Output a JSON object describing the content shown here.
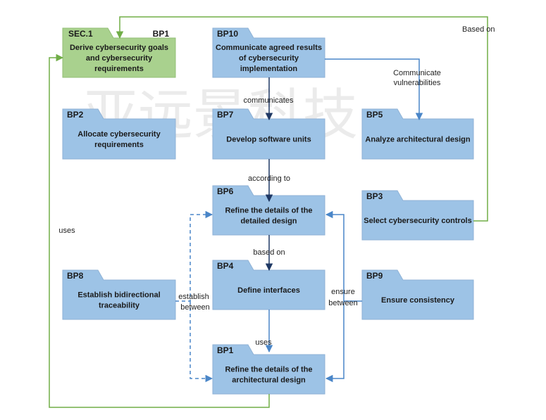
{
  "watermark": "亚远景科技",
  "colors": {
    "box_fill": "#9dc3e6",
    "box_stroke": "#8fb2d6",
    "box_fill_green": "#a9d18e",
    "box_stroke_green": "#93bf75",
    "arrow_dark": "#1f3864",
    "arrow_blue": "#4a86c8",
    "arrow_green": "#70ad47"
  },
  "boxes": [
    {
      "id": "sec1",
      "tag": "SEC.1",
      "tag2": "BP1",
      "lines": [
        "Derive cybersecurity goals",
        "and cybersecurity",
        "requirements"
      ],
      "green": true
    },
    {
      "id": "bp10",
      "tag": "BP10",
      "lines": [
        "Communicate agreed results",
        "of cybersecurity",
        "implementation"
      ]
    },
    {
      "id": "bp2",
      "tag": "BP2",
      "lines": [
        "Allocate cybersecurity",
        "requirements"
      ]
    },
    {
      "id": "bp7",
      "tag": "BP7",
      "lines": [
        "Develop software units"
      ]
    },
    {
      "id": "bp5",
      "tag": "BP5",
      "lines": [
        "Analyze architectural design"
      ]
    },
    {
      "id": "bp6",
      "tag": "BP6",
      "lines": [
        "Refine the details of the",
        "detailed design"
      ]
    },
    {
      "id": "bp3",
      "tag": "BP3",
      "lines": [
        "Select cybersecurity controls"
      ]
    },
    {
      "id": "bp8",
      "tag": "BP8",
      "lines": [
        "Establish bidirectional",
        "traceability"
      ]
    },
    {
      "id": "bp4",
      "tag": "BP4",
      "lines": [
        "Define interfaces"
      ]
    },
    {
      "id": "bp9",
      "tag": "BP9",
      "lines": [
        "Ensure consistency"
      ]
    },
    {
      "id": "bp1",
      "tag": "BP1",
      "lines": [
        "Refine the details of the",
        "architectural design"
      ]
    }
  ],
  "edge_labels": {
    "based_on_top": "Based on",
    "communicate_vulnerabilities": [
      "Communicate",
      "vulnerabilities"
    ],
    "communicates": "communicates",
    "according_to": "according to",
    "uses_left": "uses",
    "based_on_mid": "based on",
    "establish_between": [
      "establish",
      "between"
    ],
    "ensure_between": [
      "ensure",
      "between"
    ],
    "uses_bottom": "uses"
  }
}
